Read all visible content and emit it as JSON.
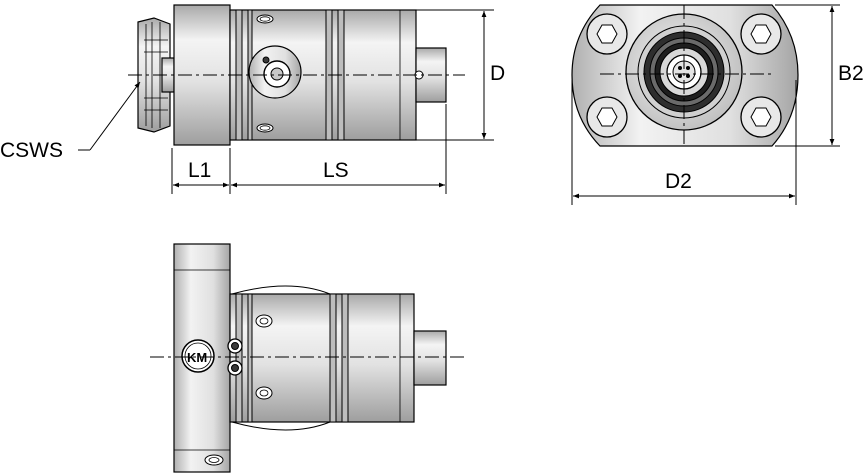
{
  "labels": {
    "csws": "CSWS",
    "l1": "L1",
    "ls": "LS",
    "d": "D",
    "d2": "D2",
    "b2": "B2",
    "logo": "KM"
  },
  "colors": {
    "metal_light": "#f4f4f4",
    "metal_mid": "#d6d6d6",
    "metal_dark": "#a9a9a9",
    "line": "#000000"
  }
}
